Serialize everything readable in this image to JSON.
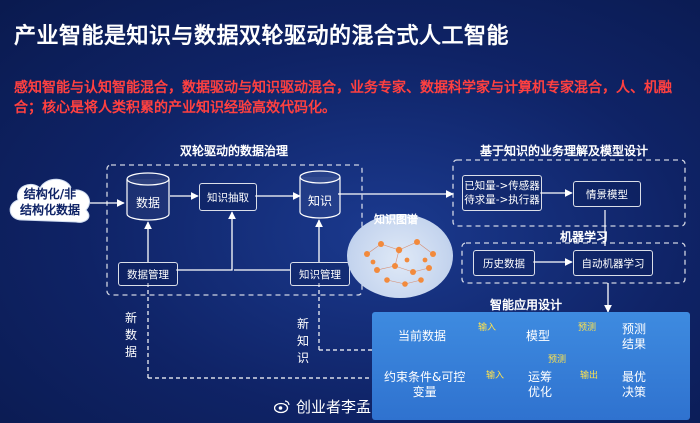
{
  "title": "产业智能是知识与数据双轮驱动的混合式人工智能",
  "subtitle": "感知智能与认知智能混合，数据驱动与知识驱动混合，业务专家、数据科学家与计算机专家混合，人、机融合；核心是将人类积累的产业知识经验高效代码化。",
  "left_section": {
    "label": "双轮驱动的数据治理",
    "cloud_line1": "结构化/非",
    "cloud_line2": "结构化数据",
    "data_db": "数据",
    "extract": "知识抽取",
    "knowledge_db": "知识",
    "data_mgmt": "数据管理",
    "knowledge_mgmt": "知识管理",
    "new_data": [
      "新",
      "数",
      "据"
    ],
    "new_knowledge": [
      "新",
      "知",
      "识"
    ]
  },
  "knowledge_graph": {
    "label": "知识图谱"
  },
  "right_section": {
    "label": "基于知识的业务理解及模型设计",
    "known_line1": "已知量->传感器",
    "known_line2": "待求量->执行器",
    "scene_model": "情景模型",
    "ml_label": "机器学习",
    "history_data": "历史数据",
    "automl": "自动机器学习"
  },
  "app_section": {
    "label": "智能应用设计",
    "current_data": "当前数据",
    "input1": "输入",
    "model": "模型",
    "predict1": "预测",
    "predict_result_line1": "预测",
    "predict_result_line2": "结果",
    "predict2": "预测",
    "constraints_line1": "约束条件&可控",
    "constraints_line2": "变量",
    "input2": "输入",
    "opt_line1": "运筹",
    "opt_line2": "优化",
    "output": "输出",
    "best_line1": "最优",
    "best_line2": "决策"
  },
  "footer": {
    "text": "创业者李孟",
    "icon": "weibo-icon"
  }
}
